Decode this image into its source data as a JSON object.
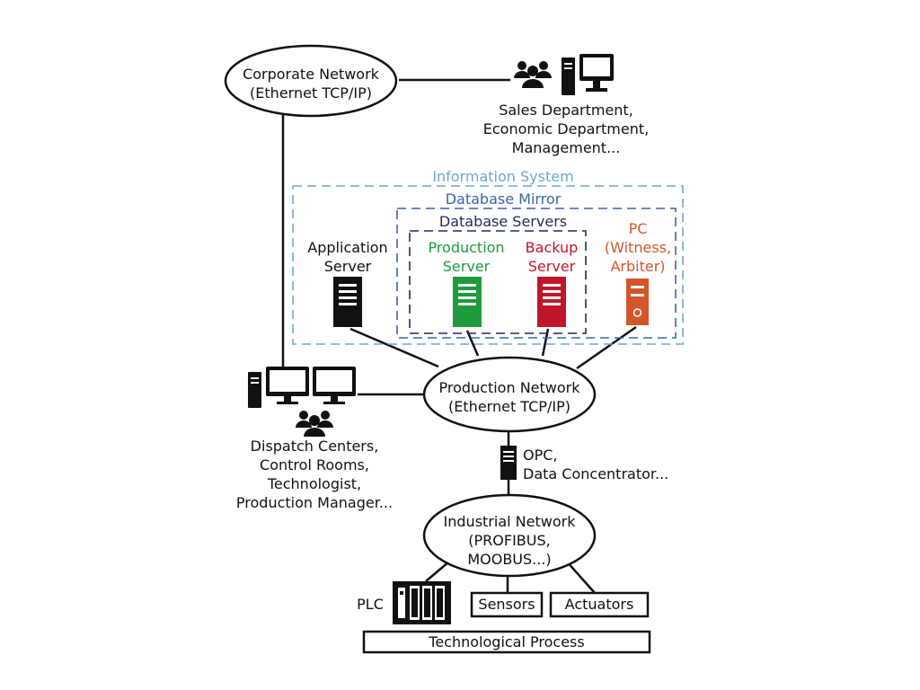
{
  "nodes": {
    "corporate_network": "Corporate Network\n(Ethernet TCP/IP)",
    "sales": "Sales Department,\nEconomic Department,\nManagement...",
    "information_system": "Information System",
    "database_mirror": "Database Mirror",
    "database_servers": "Database Servers",
    "application_server": "Application\nServer",
    "production_server": "Production\nServer",
    "backup_server": "Backup\nServer",
    "pc_witness": "PC\n(Witness,\nArbiter)",
    "production_network": "Production Network\n(Ethernet TCP/IP)",
    "dispatch": "Dispatch Centers,\nControl Rooms,\nTechnologist,\nProduction Manager...",
    "opc": "OPC,\nData Concentrator...",
    "industrial_network": "Industrial Network\n(PROFIBUS,\nMOOBUS...)",
    "plc": "PLC",
    "sensors": "Sensors",
    "actuators": "Actuators",
    "technological_process": "Technological Process"
  },
  "colors": {
    "information_system": "#6aaad2",
    "database_mirror": "#3a64a8",
    "database_servers": "#1f2a5a",
    "production_server": "#1f9a3c",
    "backup_server": "#c0162a",
    "pc_witness": "#d2562a",
    "default": "#111111"
  },
  "icons": {
    "users": "users-group-icon",
    "workstation": "desktop-computer-icon",
    "server": "server-tower-icon",
    "pc": "pc-tower-icon",
    "plc": "plc-rack-icon"
  }
}
